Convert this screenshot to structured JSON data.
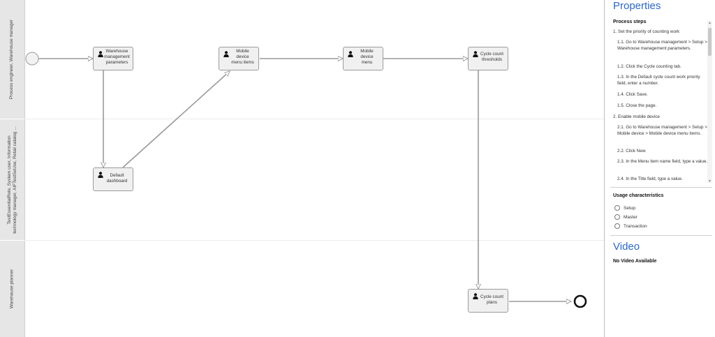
{
  "lanes": [
    {
      "label": "Process engineer, Warehouse manager"
    },
    {
      "label": "TestEssentialRole, System user, Information\ntechnology manager, AIFTestSeUse, Retail catalog ..."
    },
    {
      "label": "Warehouse planner"
    }
  ],
  "nodes": {
    "wm_params": "Warehouse\nmanagement\nparameters",
    "mobile_device_menu_items": "Mobile\ndevice\nmenu items",
    "mobile_device_menu": "Mobile\ndevice\nmenu",
    "cycle_count_thresholds": "Cycle count\nthresholds",
    "default_dashboard": "Default\ndashboard",
    "cycle_count_plans": "Cycle count\nplans"
  },
  "panel": {
    "properties_title": "Properties",
    "process_steps_label": "Process steps",
    "steps": [
      {
        "level": 1,
        "text": "1. Set the priority of counting work"
      },
      {
        "level": 2,
        "text": "1.1. Go to Warehouse management > Setup > Warehouse management parameters."
      },
      {
        "level": 2,
        "text": "1.2. Click the Cycle counting tab."
      },
      {
        "level": 2,
        "text": "1.3. In the Default cycle count work priority field, enter a number."
      },
      {
        "level": 2,
        "text": "1.4. Click Save."
      },
      {
        "level": 2,
        "text": "1.5. Close the page."
      },
      {
        "level": 1,
        "text": "2. Enable mobile device"
      },
      {
        "level": 2,
        "text": "2.1. Go to Warehouse management > Setup > Mobile device > Mobile device menu items."
      },
      {
        "level": 2,
        "text": "2.2. Click New."
      },
      {
        "level": 2,
        "text": "2.3. In the Menu item name field, type a value."
      },
      {
        "level": 2,
        "text": "2.4. In the Title field, type a value."
      }
    ],
    "usage_label": "Usage characteristics",
    "usage_options": [
      "Setup",
      "Master",
      "Transaction"
    ],
    "video_title": "Video",
    "no_video": "No Video Available"
  }
}
